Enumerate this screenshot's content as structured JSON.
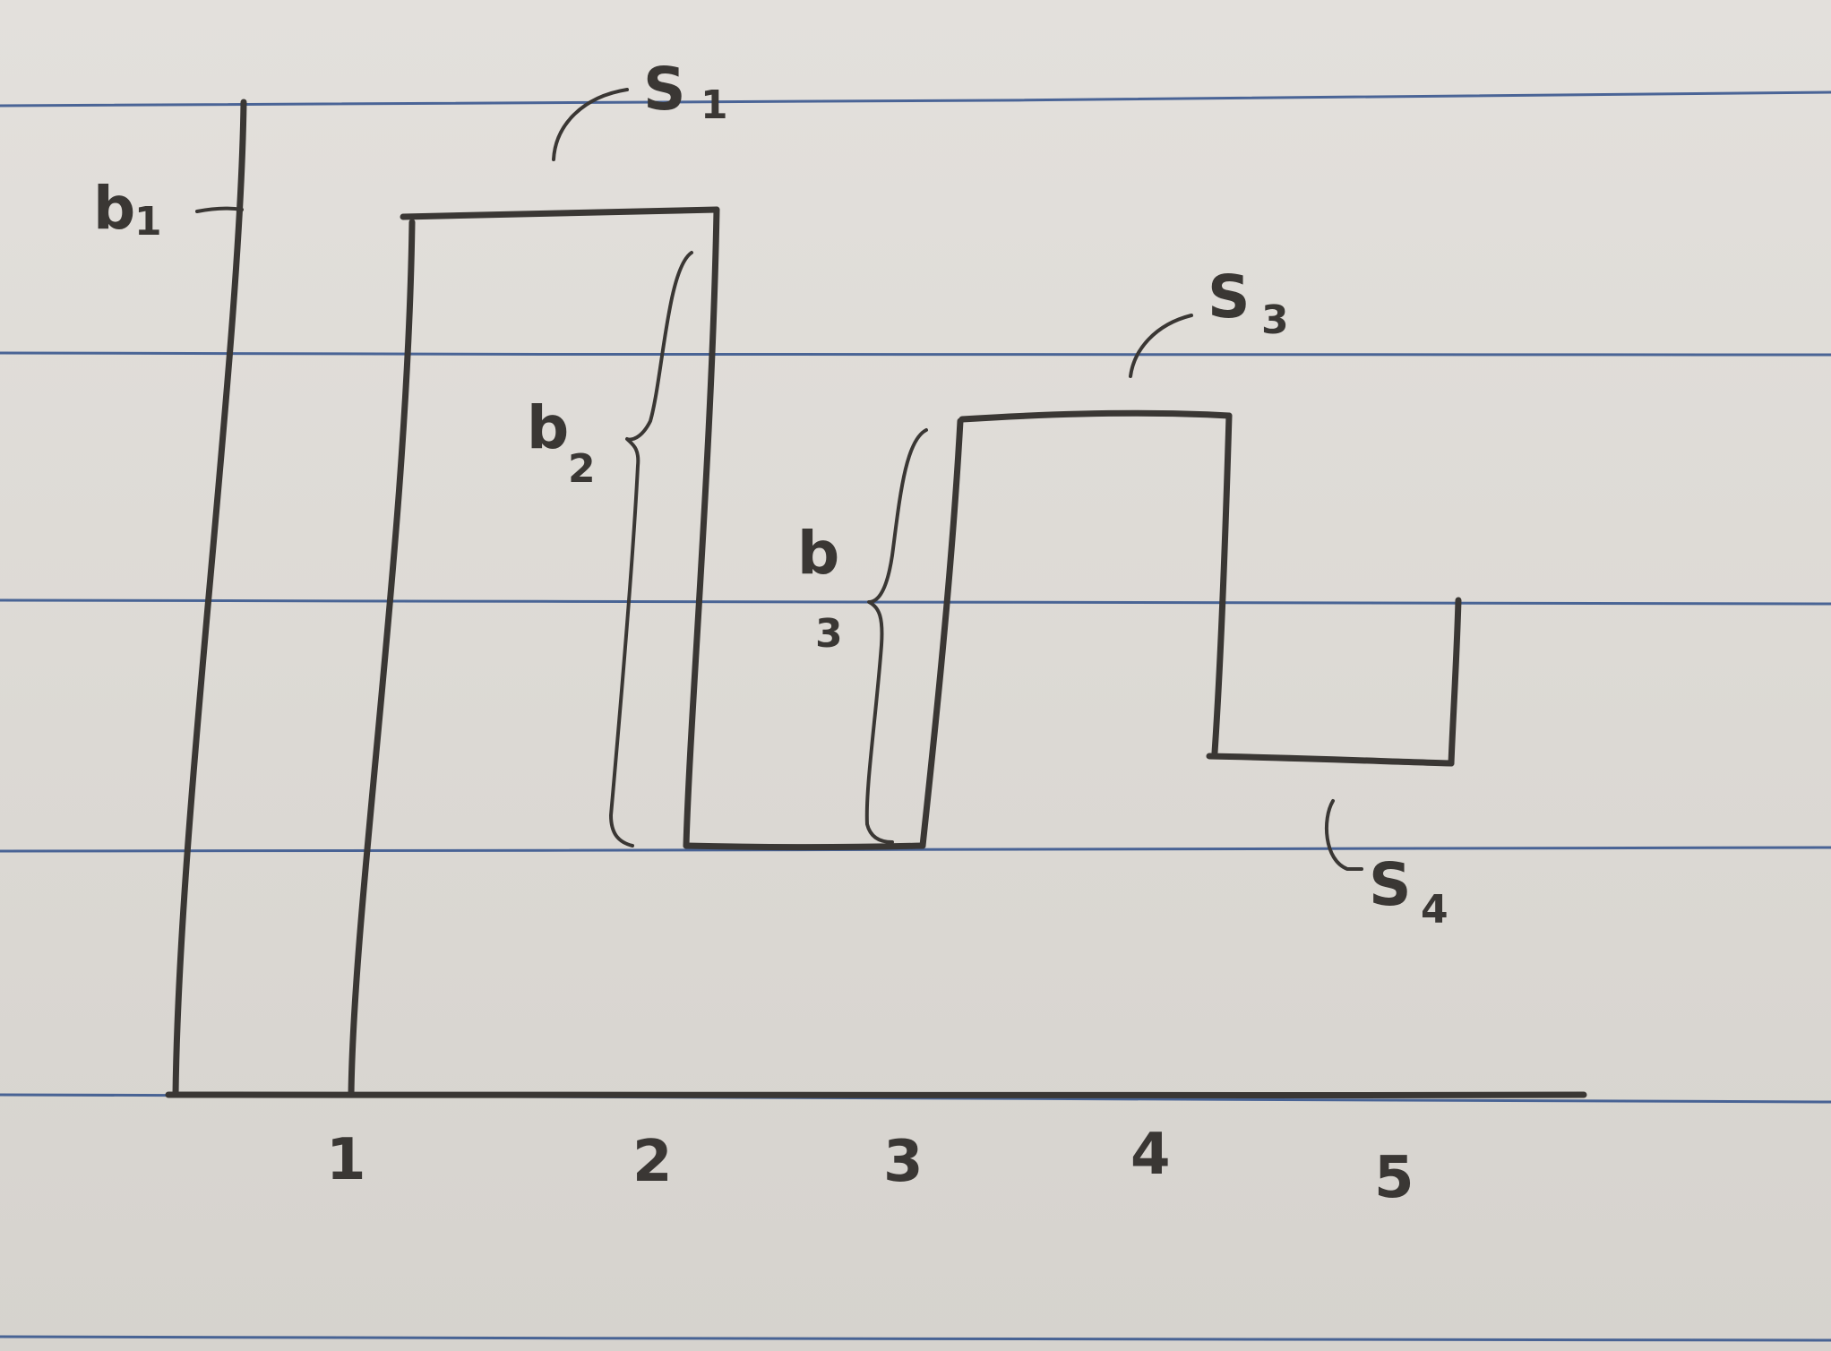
{
  "diagram": {
    "axis_ticks": [
      "1",
      "2",
      "3",
      "4",
      "5"
    ],
    "labels": {
      "b1": {
        "main": "b",
        "sub": "1"
      },
      "b2": {
        "main": "b",
        "sub": "2"
      },
      "b3": {
        "main": "b",
        "sub": "3"
      },
      "s1": {
        "main": "S",
        "sub": "1"
      },
      "s3": {
        "main": "S",
        "sub": "3"
      },
      "s4": {
        "main": "S",
        "sub": "4"
      }
    },
    "colors": {
      "paper": "#dedbd6",
      "rule_line": "#2f4f8a",
      "pencil": "#3a3734"
    }
  }
}
